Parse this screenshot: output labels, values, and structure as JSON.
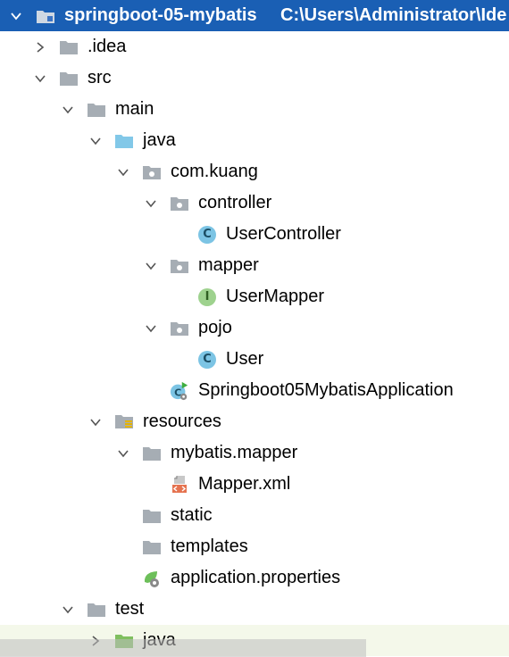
{
  "project": {
    "name": "springboot-05-mybatis",
    "path": "C:\\Users\\Administrator\\Ide"
  },
  "tree": [
    {
      "label": ".idea",
      "icon": "folder-icon",
      "expanded": false
    },
    {
      "label": "src",
      "icon": "folder-icon",
      "expanded": true
    },
    {
      "label": "main",
      "icon": "folder-icon",
      "expanded": true
    },
    {
      "label": "java",
      "icon": "source-folder-icon",
      "expanded": true
    },
    {
      "label": "com.kuang",
      "icon": "package-icon",
      "expanded": true
    },
    {
      "label": "controller",
      "icon": "package-icon",
      "expanded": true
    },
    {
      "label": "UserController",
      "icon": "class-icon"
    },
    {
      "label": "mapper",
      "icon": "package-icon",
      "expanded": true
    },
    {
      "label": "UserMapper",
      "icon": "interface-icon"
    },
    {
      "label": "pojo",
      "icon": "package-icon",
      "expanded": true
    },
    {
      "label": "User",
      "icon": "class-icon"
    },
    {
      "label": "Springboot05MybatisApplication",
      "icon": "spring-boot-class-icon"
    },
    {
      "label": "resources",
      "icon": "resources-folder-icon",
      "expanded": true
    },
    {
      "label": "mybatis.mapper",
      "icon": "folder-icon",
      "expanded": true
    },
    {
      "label": "Mapper.xml",
      "icon": "xml-file-icon"
    },
    {
      "label": "static",
      "icon": "folder-icon"
    },
    {
      "label": "templates",
      "icon": "folder-icon"
    },
    {
      "label": "application.properties",
      "icon": "properties-file-icon"
    },
    {
      "label": "test",
      "icon": "folder-icon",
      "expanded": true
    },
    {
      "label": "java",
      "icon": "test-source-folder-icon",
      "expanded": false
    }
  ],
  "icon_glyphs": {
    "class": "C",
    "interface": "I"
  },
  "colors": {
    "selection": "#1a5fb4",
    "folder": "#a6adb4",
    "source_folder": "#82c8e8",
    "test_folder": "#7fbf5f",
    "class_icon": "#7cc4e4",
    "interface_icon": "#9ed28e"
  }
}
